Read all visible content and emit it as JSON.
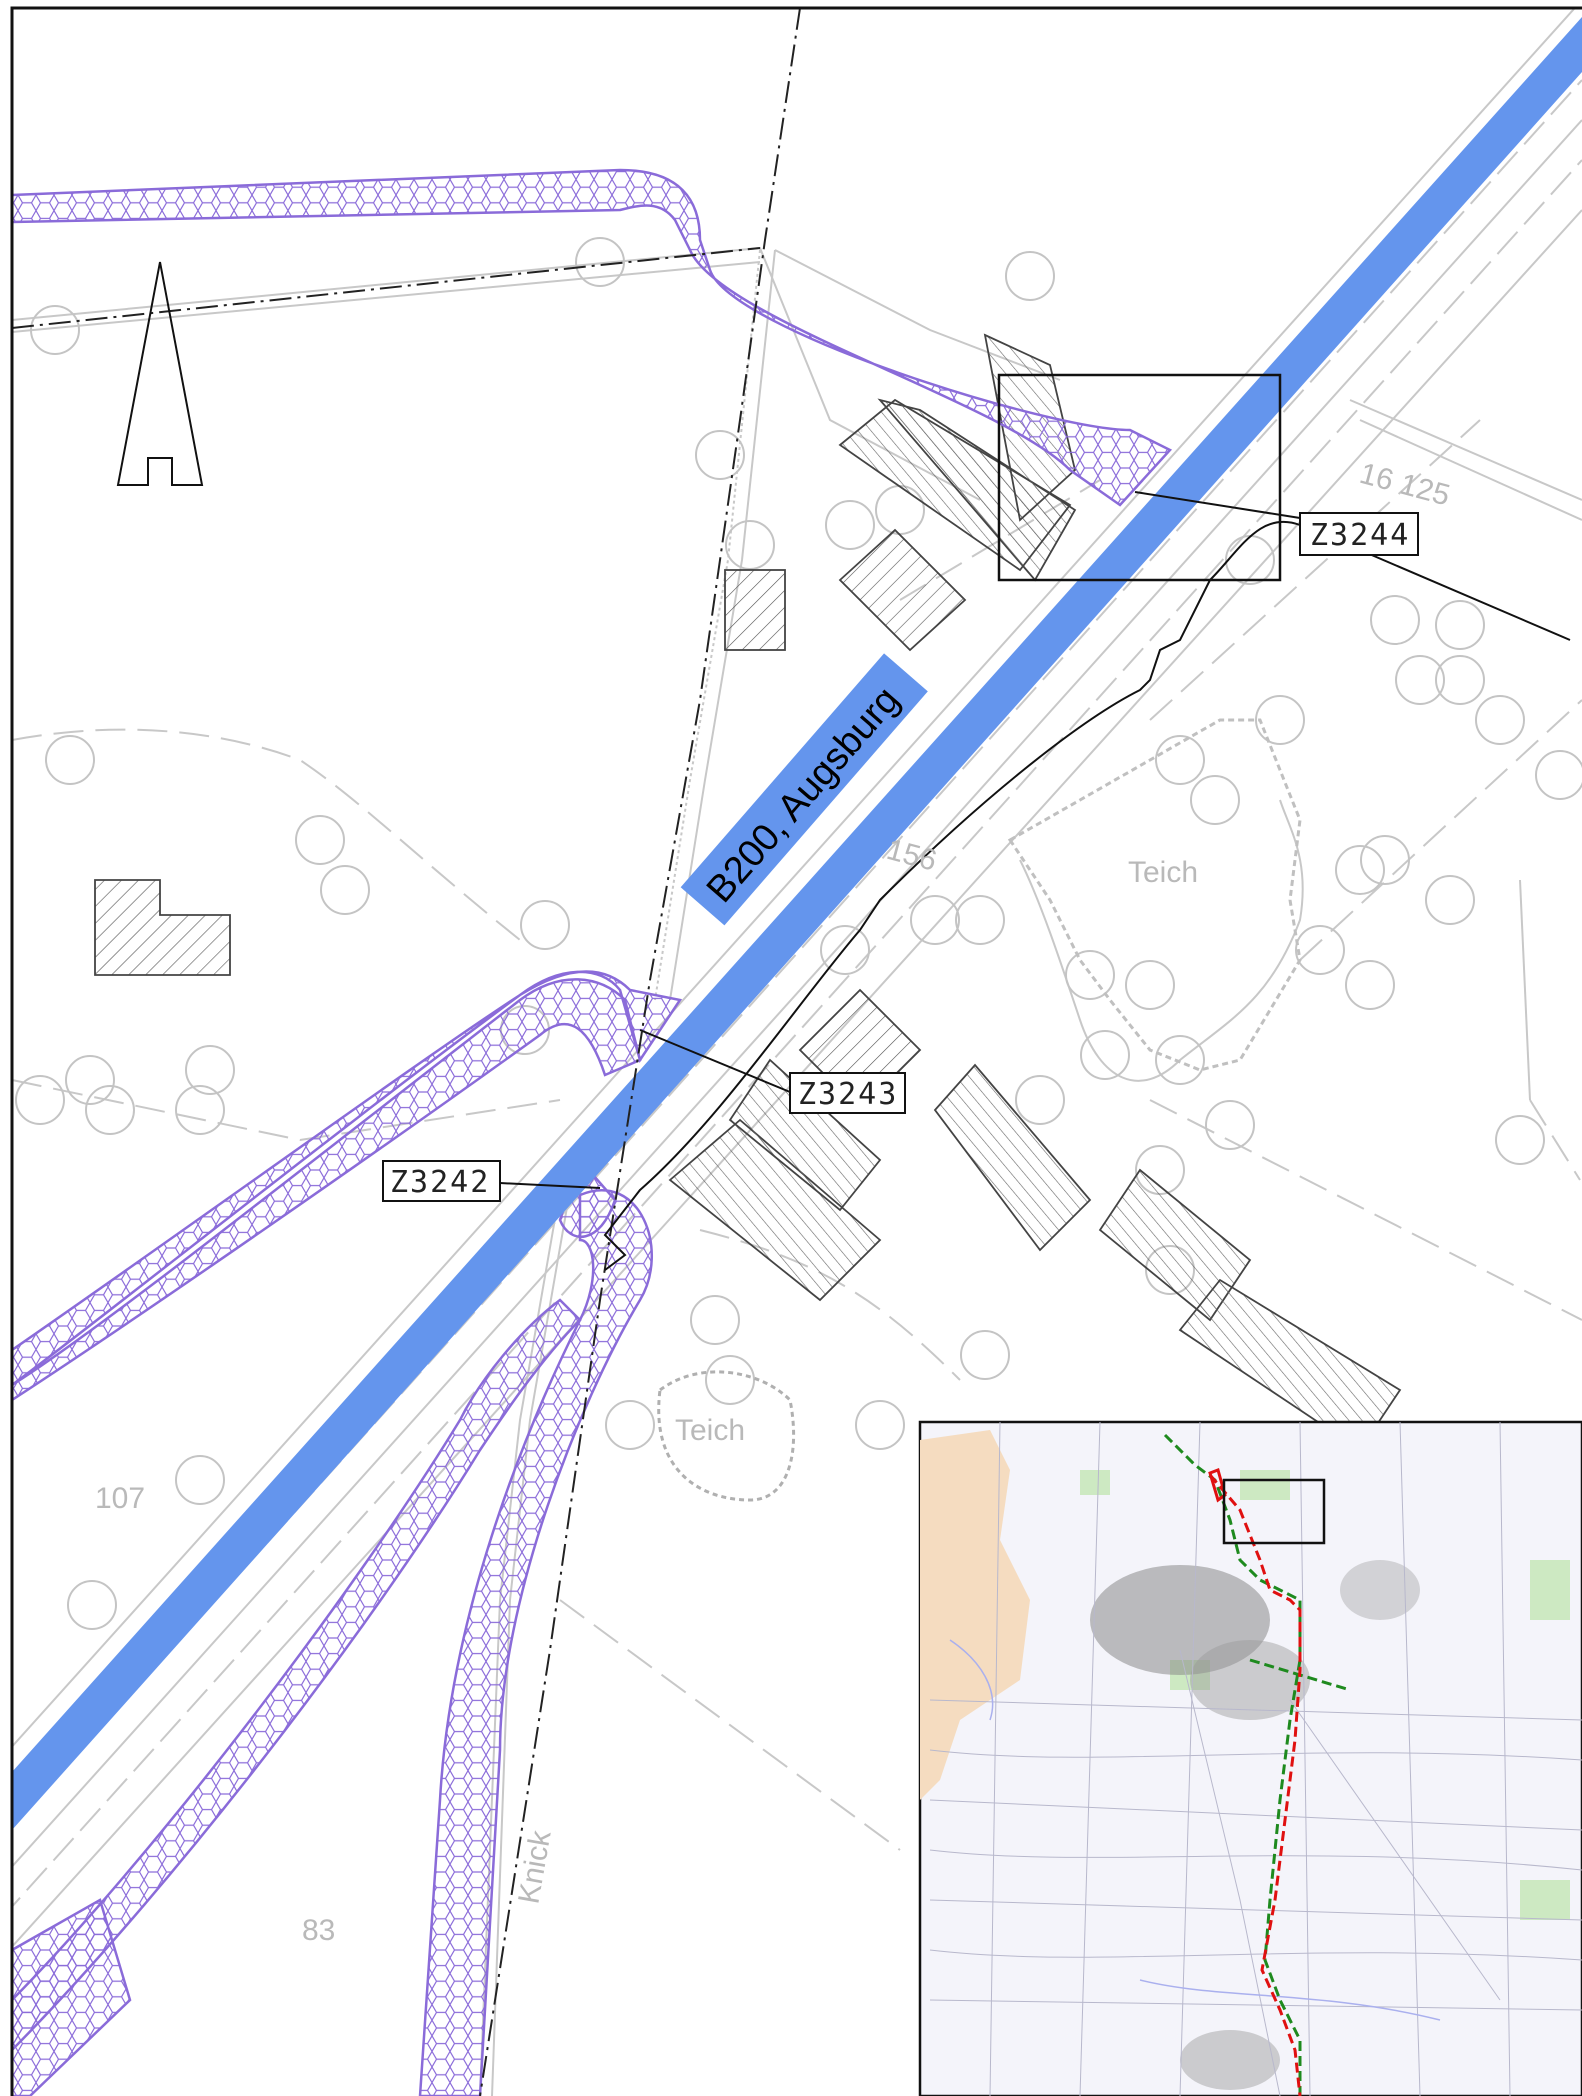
{
  "map": {
    "road_label": "B200, Augsburg",
    "road_color": "#6495ED",
    "corridor_color": "#8A6BD9",
    "field_labels": [
      "107",
      "83"
    ],
    "pond_labels": [
      "Teich",
      "Teich"
    ],
    "hedge_label": "Knick",
    "parcel_labels": [
      "156",
      "16 125"
    ],
    "tree_symbol": "(.2)"
  },
  "markers": [
    {
      "id": "Z3242"
    },
    {
      "id": "Z3243"
    },
    {
      "id": "Z3244"
    }
  ],
  "north_arrow": {
    "icon": "north-arrow-icon"
  },
  "inset": {
    "route_colors": {
      "planned": "#E01010",
      "existing": "#1E8A1E"
    },
    "water_color": "#F5DCC0"
  }
}
